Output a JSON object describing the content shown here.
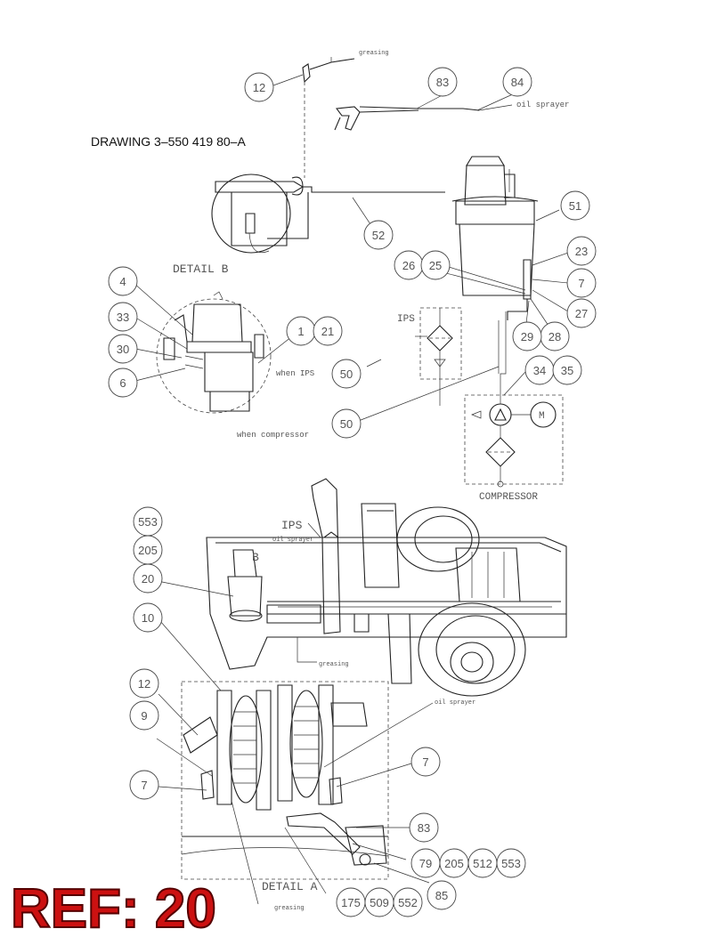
{
  "title": "DRAWING  3–550 419 80–A",
  "ref_stamp": "REF: 20",
  "bubbles": [
    "12",
    "83",
    "84",
    "51",
    "52",
    "23",
    "7",
    "27",
    "28",
    "29",
    "26",
    "25",
    "4",
    "33",
    "30",
    "6",
    "1",
    "21",
    "50",
    "50",
    "34",
    "35",
    "553",
    "205",
    "20",
    "10",
    "12",
    "9",
    "7",
    "7",
    "83",
    "79",
    "205",
    "512",
    "553",
    "85",
    "175",
    "509",
    "552"
  ],
  "labels": {
    "greasing_top": "greasing",
    "oil_sprayer_top": "oil sprayer",
    "detail_b": "DETAIL B",
    "ips_box": "IPS",
    "when_ips": "when IPS",
    "when_compressor": "when compressor",
    "compressor": "COMPRESSOR",
    "motor": "M",
    "ips_truck": "IPS",
    "oil_sprayer_truck": "oil sprayer",
    "b_truck": "B",
    "greasing_truck": "greasing",
    "oil_sprayer_detail": "oil sprayer",
    "detail_a": "DETAIL A",
    "greasing_bottom": "greasing"
  }
}
